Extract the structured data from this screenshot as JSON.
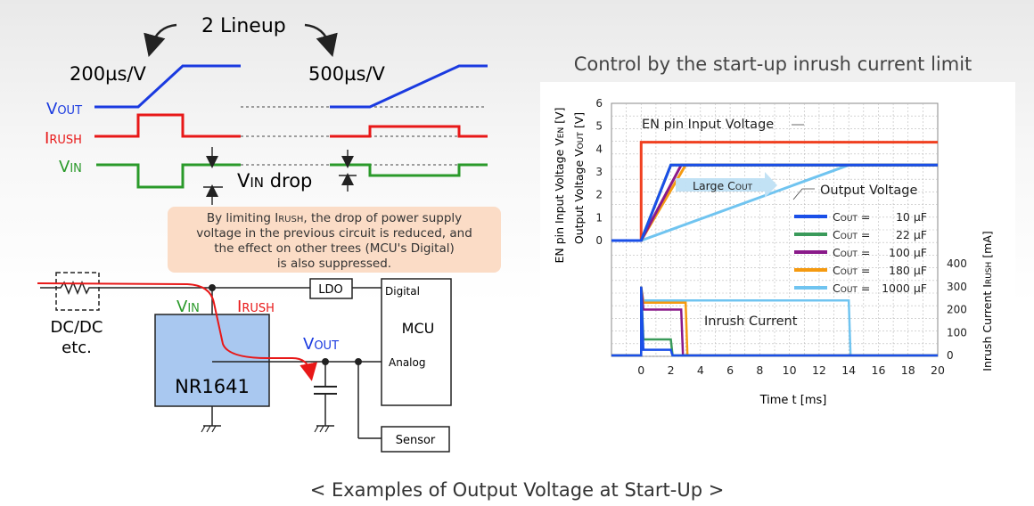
{
  "lineup": {
    "title": "2 Lineup",
    "rate_left": "200µs/V",
    "rate_right": "500µs/V",
    "vout_v": "V",
    "vout_sub": "OUT",
    "irush_i": "I",
    "irush_sub": "RUSH",
    "vin_v": "V",
    "vin_sub": "IN",
    "vin_drop_v": "V",
    "vin_drop_sub": "IN",
    "vin_drop_word": " drop"
  },
  "note": {
    "line1a": "By limiting I",
    "line1sub": "RUSH",
    "line1b": ", the drop of power supply",
    "line2": "voltage in the previous circuit is reduced, and",
    "line3": "the effect on other trees (MCU's Digital)",
    "line4": "is also suppressed."
  },
  "circuit": {
    "dcdc_line1": "DC/DC",
    "dcdc_line2": "etc.",
    "vin_v": "V",
    "vin_sub": "IN",
    "irush_i": "I",
    "irush_sub": "RUSH",
    "vout_v": "V",
    "vout_sub": "OUT",
    "chip": "NR1641",
    "ldo": "LDO",
    "mcu": "MCU",
    "digital": "Digital",
    "analog": "Analog",
    "sensor": "Sensor"
  },
  "graph": {
    "heading": "Control by the start-up inrush current limit",
    "left_axis_line1": "EN pin Input Voltage V",
    "left_axis_line1_sub": "EN",
    "left_axis_line1_unit": " [V]",
    "left_axis_line2": "Output Voltage V",
    "left_axis_line2_sub": "OUT",
    "left_axis_line2_unit": " [V]",
    "right_axis": "Inrush Current I",
    "right_axis_sub": "RUSH",
    "right_axis_unit": " [mA]",
    "xlabel": "Time t [ms]",
    "en_label": "EN pin Input Voltage",
    "vout_label": "Output Voltage",
    "inrush_label": "Inrush Current",
    "large_cout_label": "Large C",
    "large_cout_sub": "OUT",
    "legend_c": "C",
    "legend_sub": "OUT",
    "legend_eq": " ="
  },
  "caption": "< Examples of Output Voltage at Start-Up >",
  "colors": {
    "vout": "#1a3ae0",
    "irush": "#e81818",
    "vin": "#2a9a2a",
    "note_bg": "#fbdcc6",
    "chip": "#a9c8f0",
    "en": "#f04020",
    "c10": "#1a4fe8",
    "c22": "#3a9a5a",
    "c100": "#8a1a8a",
    "c180": "#f59a10",
    "c1000": "#70c4f0"
  },
  "chart_data": {
    "type": "line",
    "x": [
      0,
      2,
      4,
      6,
      8,
      10,
      12,
      14,
      16,
      18,
      20
    ],
    "xlim": [
      -2,
      20
    ],
    "ylim_left": [
      0,
      6
    ],
    "ylim_right": [
      0,
      400
    ],
    "left_ticks": [
      0,
      1,
      2,
      3,
      4,
      5,
      6
    ],
    "right_ticks": [
      0,
      100,
      200,
      300,
      400
    ],
    "grid": true,
    "legend_position": "right",
    "en_voltage": {
      "t_on": 0,
      "value": 4.3
    },
    "series": [
      {
        "name": "10 µF",
        "rise_time_ms": 2.0,
        "vout": 3.3,
        "inrush_mA": 25
      },
      {
        "name": "22 µF",
        "rise_time_ms": 2.0,
        "vout": 3.3,
        "inrush_mA": 70
      },
      {
        "name": "100 µF",
        "rise_time_ms": 2.7,
        "vout": 3.3,
        "inrush_mA": 200
      },
      {
        "name": "180 µF",
        "rise_time_ms": 3.0,
        "vout": 3.3,
        "inrush_mA": 230
      },
      {
        "name": "1000 µF",
        "rise_time_ms": 14.0,
        "vout": 3.3,
        "inrush_mA": 240
      }
    ]
  }
}
